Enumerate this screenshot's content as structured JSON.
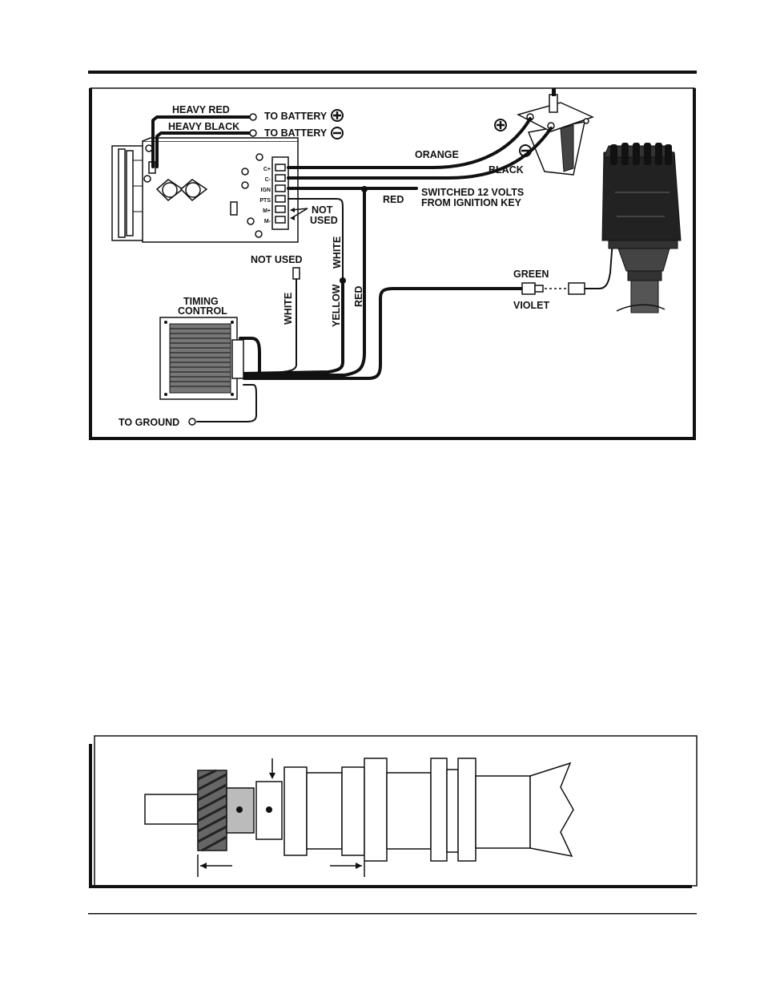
{
  "wiring_diagram": {
    "labels": {
      "heavy_red": "HEAVY RED",
      "heavy_black": "HEAVY BLACK",
      "to_battery_pos": "TO BATTERY",
      "to_battery_neg": "TO BATTERY",
      "orange": "ORANGE",
      "black": "BLACK",
      "red_switched": "RED",
      "switched_line1": "SWITCHED 12 VOLTS",
      "switched_line2": "FROM IGNITION KEY",
      "not_used_terminals_1": "NOT",
      "not_used_terminals_2": "USED",
      "not_used_wire": "NOT USED",
      "white_vertical_top": "WHITE",
      "white_vertical": "WHITE",
      "yellow_vertical": "YELLOW",
      "red_vertical": "RED",
      "green": "GREEN",
      "violet": "VIOLET",
      "timing_control_1": "TIMING",
      "timing_control_2": "CONTROL",
      "to_ground": "TO GROUND"
    },
    "terminals": [
      "C+",
      "C-",
      "IGN",
      "PTS",
      "M+",
      "M-"
    ],
    "symbols": {
      "plus": "+",
      "minus": "−"
    }
  }
}
